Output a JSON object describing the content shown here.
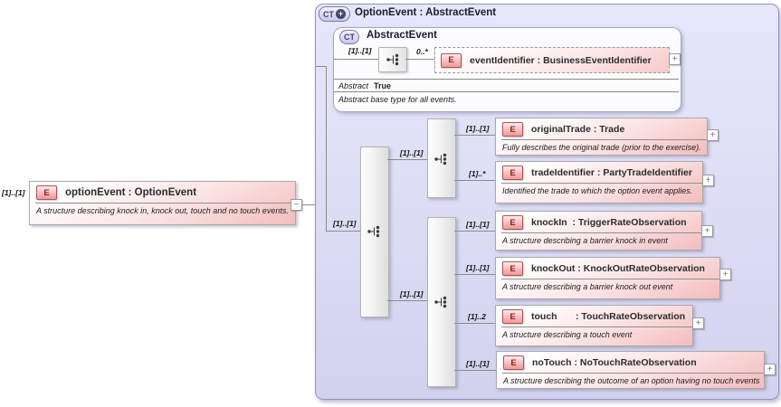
{
  "header": {
    "badge": "CT",
    "plus": "+",
    "title": "OptionEvent : AbstractEvent"
  },
  "base": {
    "badge": "CT",
    "title": "AbstractEvent",
    "seq_cardinality": "[1]..[1]",
    "child_cardinality": "0..*",
    "child": {
      "badge": "E",
      "title": "eventIdentifier : BusinessEventIdentifier",
      "expand": "+"
    },
    "prop_label": "Abstract",
    "prop_value": "True",
    "description": "Abstract base type for all events."
  },
  "root": {
    "cardinality": "[1]..[1]",
    "badge": "E",
    "title": "optionEvent : OptionEvent",
    "description": "A structure describing knock in, knock out, touch and no touch events.",
    "collapse": "−"
  },
  "groups": {
    "choice_cardinality": "[1]..[1]",
    "branch1_cardinality": "[1]..[1]",
    "branch2_cardinality": "[1]..[1]"
  },
  "elements": {
    "originalTrade": {
      "cardinality": "[1]..[1]",
      "badge": "E",
      "title": "originalTrade : Trade",
      "description": "Fully describes the original trade (prior to the exercise).",
      "expand": "+"
    },
    "tradeIdentifier": {
      "cardinality": "[1]..*",
      "badge": "E",
      "title": "tradeIdentifier : PartyTradeIdentifier",
      "description": "Identified the trade to which the option event applies.",
      "expand": "+"
    },
    "knockIn": {
      "cardinality": "[1]..[1]",
      "badge": "E",
      "title": "knockIn  : TriggerRateObservation",
      "description": "A structure describing a barrier knock in event",
      "expand": "+"
    },
    "knockOut": {
      "cardinality": "[1]..[1]",
      "badge": "E",
      "title": "knockOut : KnockOutRateObservation",
      "description": "A structure describing a barrier knock out event",
      "expand": "+"
    },
    "touch": {
      "cardinality": "[1]..2",
      "badge": "E",
      "title": "touch       : TouchRateObservation",
      "description": "A structure describing a touch event",
      "expand": "+"
    },
    "noTouch": {
      "cardinality": "[1]..[1]",
      "badge": "E",
      "title": "noTouch : NoTouchRateObservation",
      "description": "A structure describing the outcome of an option having no touch events",
      "expand": "+"
    }
  }
}
